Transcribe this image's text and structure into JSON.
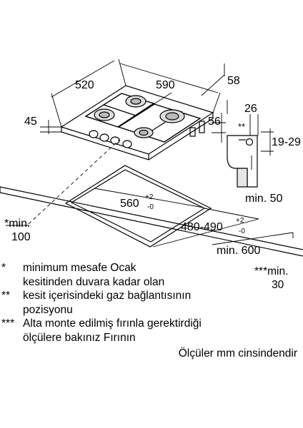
{
  "dimensions": {
    "w520": "520",
    "w590": "590",
    "d58": "58",
    "h45": "45",
    "d56": "56",
    "d26": "26",
    "mark_gas": "**",
    "r1929": "19-29",
    "min50": "min. 50",
    "cut560": "560",
    "cut560_tol_top": "+2",
    "cut560_tol_bottom": "-0",
    "cut480": "480-490",
    "cut480_tol_top": "+2",
    "cut480_tol_bottom": "-0",
    "min600": "min. 600",
    "min100_line1": "*min.",
    "min100_line2": "100",
    "min30_line1": "***min.",
    "min30_line2": "30"
  },
  "notes": [
    {
      "mark": "*",
      "text_lines": [
        "minimum mesafe Ocak",
        "kesitinden duvara kadar olan"
      ]
    },
    {
      "mark": "**",
      "text_lines": [
        "kesit içerisindeki gaz bağlantısının",
        "pozisyonu"
      ]
    },
    {
      "mark": "***",
      "text_lines": [
        "Alta monte edilmiş fırınla gerektirdiği",
        "ölçülere bakınız Fırının"
      ]
    }
  ],
  "unit_note": "Ölçüler mm cinsindendir"
}
